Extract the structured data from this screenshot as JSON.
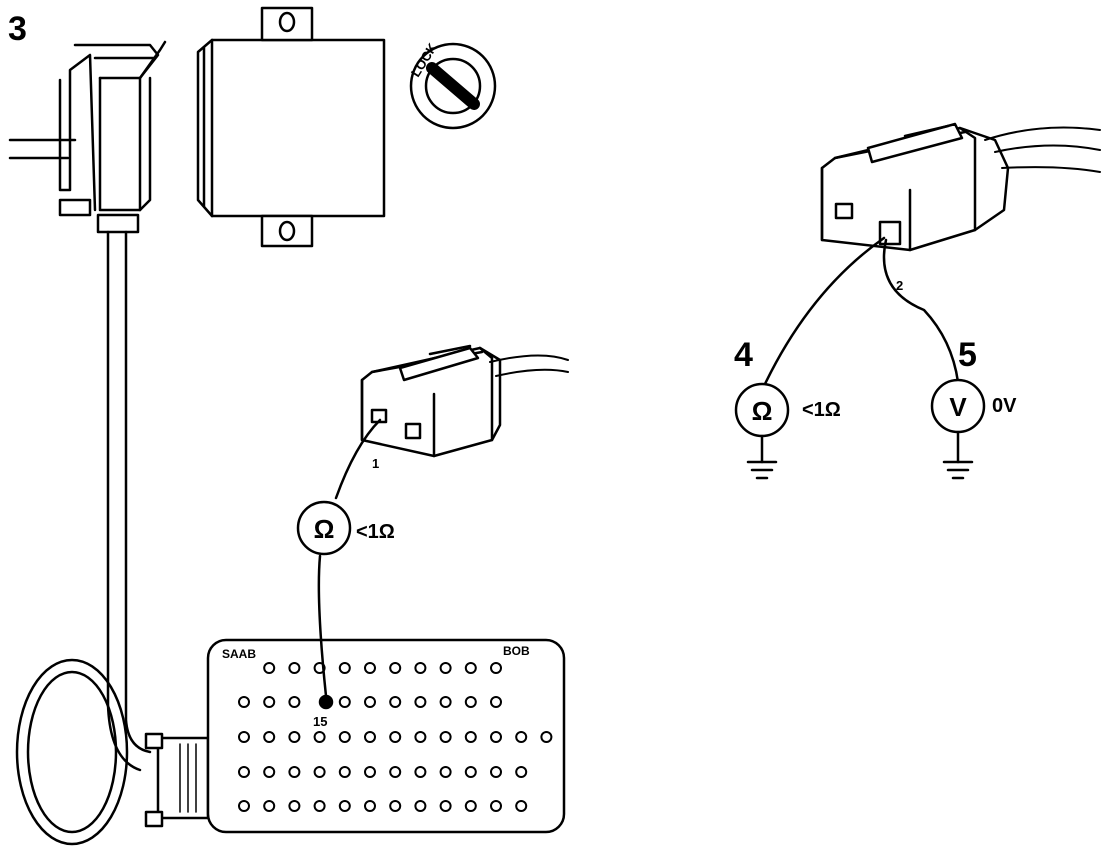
{
  "figure": {
    "step_number": "3",
    "ecu": {
      "lock_label": "LOCK"
    },
    "bob": {
      "brand_left": "SAAB",
      "brand_right": "BOB",
      "pin_label": "15"
    },
    "left_test": {
      "pin_label": "1",
      "meter_symbol": "Ω",
      "reading": "<1Ω"
    },
    "right_tests": {
      "pin_label": "2",
      "step_ohm": "4",
      "meter_ohm_symbol": "Ω",
      "reading_ohm": "<1Ω",
      "step_volt": "5",
      "meter_volt_symbol": "V",
      "reading_volt": "0V"
    }
  }
}
